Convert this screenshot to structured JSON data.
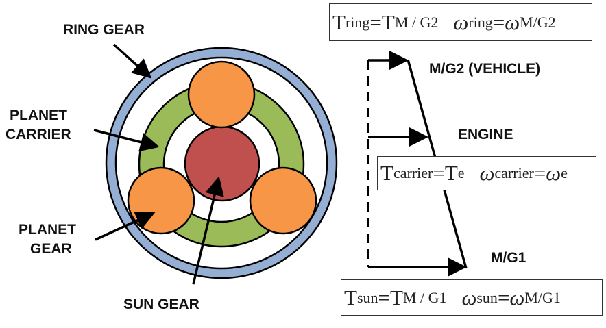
{
  "labels": {
    "ring_gear": "RING GEAR",
    "planet_carrier": [
      "PLANET",
      "CARRIER"
    ],
    "planet_gear": [
      "PLANET",
      "GEAR"
    ],
    "sun_gear": "SUN GEAR",
    "mg2": "M/G2 (VEHICLE)",
    "engine": "ENGINE",
    "mg1": "M/G1"
  },
  "equations": {
    "ring": {
      "t_lhs": "T",
      "t_lhs_sub": "ring",
      "t_rhs": "T",
      "t_rhs_sub": "M / G2",
      "w_lhs": "ω",
      "w_lhs_sub": "ring",
      "w_rhs": "ω",
      "w_rhs_sub": "M/G2",
      "eq": "="
    },
    "carrier": {
      "t_lhs": "T",
      "t_lhs_sub": "carrier",
      "t_rhs": "T",
      "t_rhs_sub": "e",
      "w_lhs": "ω",
      "w_lhs_sub": "carrier",
      "w_rhs": "ω",
      "w_rhs_sub": "e",
      "eq": "="
    },
    "sun": {
      "t_lhs": "T",
      "t_lhs_sub": "sun",
      "t_rhs": "T",
      "t_rhs_sub": "M / G1",
      "w_lhs": "ω",
      "w_lhs_sub": "sun",
      "w_rhs": "ω",
      "w_rhs_sub": "M/G1",
      "eq": "="
    }
  },
  "colors": {
    "ring": "#94aed4",
    "carrier": "#9bbb59",
    "planet": "#f79646",
    "sun": "#c0504d"
  }
}
